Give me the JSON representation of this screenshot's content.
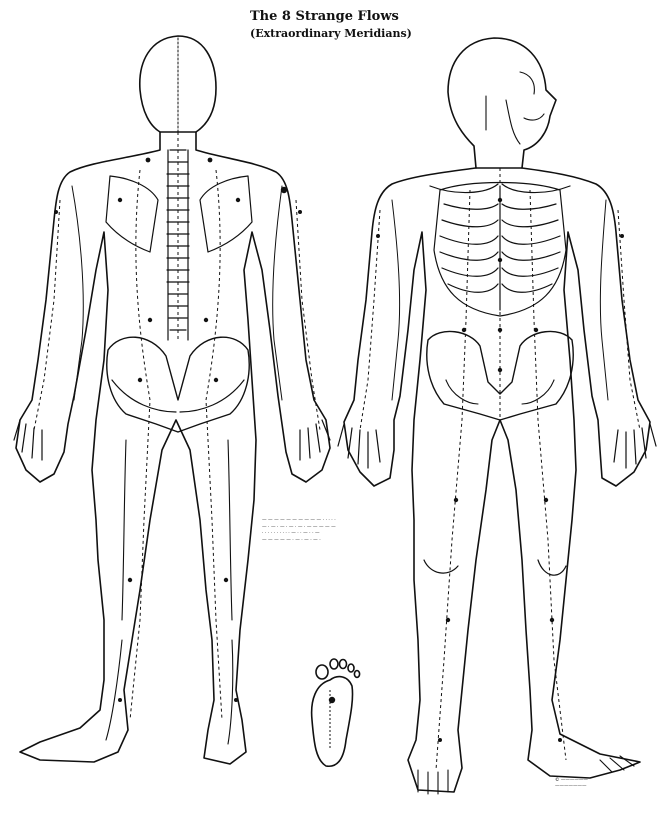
{
  "title": {
    "main": "The 8 Strange Flows",
    "sub": "(Extraordinary Meridians)"
  },
  "legend": {
    "rows": [
      "— — — — — — — — — —  ·  ·  ·  ·  ·",
      "— · — · — · — · — ·   — — — — —",
      "· · · · · · · · · ·   — · · — · · —",
      "— — — — —   · — · — · — ·"
    ]
  },
  "credit": {
    "lines": [
      "© ——————",
      "———————"
    ]
  },
  "figures": {
    "back": "posterior-view",
    "front": "anterior-view",
    "sole": "plantar-view"
  },
  "colors": {
    "ink": "#111111",
    "paper": "#ffffff"
  }
}
